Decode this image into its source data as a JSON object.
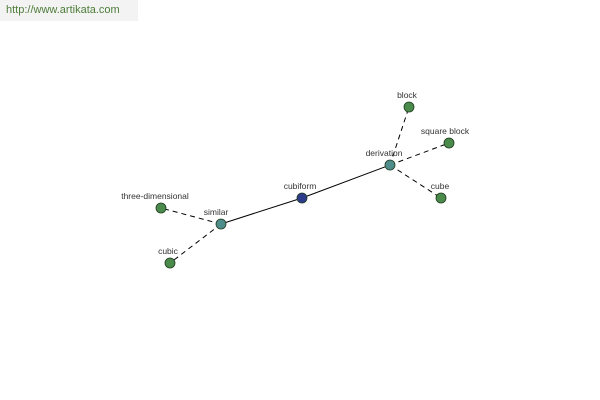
{
  "url": "http://www.artikata.com",
  "colors": {
    "url_bg": "#f3f3f3",
    "url_text": "#4e7d3a",
    "center_node": "#2d3b8c",
    "hub_node": "#4f8c8c",
    "leaf_node": "#4a8a4a",
    "node_stroke": "#1f3a1f",
    "edge": "#000000"
  },
  "graph": {
    "nodes": [
      {
        "id": "cubiform",
        "label": "cubiform",
        "role": "center"
      },
      {
        "id": "similar",
        "label": "similar",
        "role": "hub"
      },
      {
        "id": "derivation",
        "label": "derivation",
        "role": "hub"
      },
      {
        "id": "three-dimensional",
        "label": "three-dimensional",
        "role": "leaf"
      },
      {
        "id": "cubic",
        "label": "cubic",
        "role": "leaf"
      },
      {
        "id": "block",
        "label": "block",
        "role": "leaf"
      },
      {
        "id": "square-block",
        "label": "square block",
        "role": "leaf"
      },
      {
        "id": "cube",
        "label": "cube",
        "role": "leaf"
      }
    ],
    "edges": [
      {
        "from": "cubiform",
        "to": "similar",
        "style": "solid"
      },
      {
        "from": "cubiform",
        "to": "derivation",
        "style": "solid"
      },
      {
        "from": "similar",
        "to": "three-dimensional",
        "style": "dashed"
      },
      {
        "from": "similar",
        "to": "cubic",
        "style": "dashed"
      },
      {
        "from": "derivation",
        "to": "block",
        "style": "dashed"
      },
      {
        "from": "derivation",
        "to": "square-block",
        "style": "dashed"
      },
      {
        "from": "derivation",
        "to": "cube",
        "style": "dashed"
      }
    ]
  }
}
